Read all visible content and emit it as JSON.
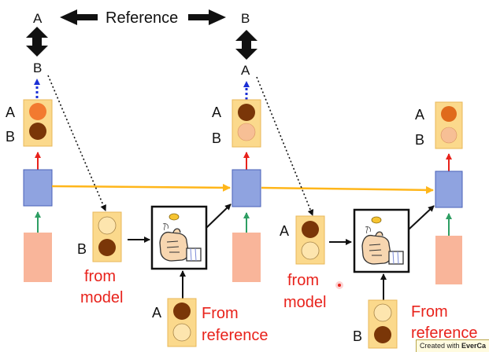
{
  "reference_label": "Reference",
  "top_left": {
    "top": "A",
    "bottom": "B"
  },
  "top_mid": {
    "top": "B",
    "bottom": "A"
  },
  "state_left": {
    "a": "A",
    "b": "B"
  },
  "state_mid": {
    "a": "A",
    "b": "B"
  },
  "state_right": {
    "a": "A",
    "b": "B"
  },
  "model_group_1": {
    "label": "B",
    "caption_line1": "from",
    "caption_line2": "model"
  },
  "ref_group_1": {
    "label": "A",
    "caption_line1": "From",
    "caption_line2": "reference"
  },
  "model_group_2": {
    "label": "A",
    "caption_line1": "from",
    "caption_line2": "model"
  },
  "ref_group_2": {
    "label": "B",
    "caption_line1": "From",
    "caption_line2": "reference"
  },
  "watermark": {
    "prefix": "Created with ",
    "brand": "EverCa"
  },
  "colors": {
    "card_bg": "#fbd98c",
    "card_border": "#e8b85a",
    "box_blue": "#8fa3e0",
    "box_blue_border": "#4a62b8",
    "box_salmon": "#f9b59a",
    "arrow_orange": "#ffb61a",
    "arrow_red": "#e8221b",
    "arrow_green": "#2e9e63",
    "arrow_blue_dotted": "#1a2fd6",
    "circle_dark": "#7a3608",
    "circle_orange": "#f27a30",
    "circle_peach": "#f7bf95",
    "circle_pale": "#fde5ae",
    "caption_red": "#e8221b"
  }
}
